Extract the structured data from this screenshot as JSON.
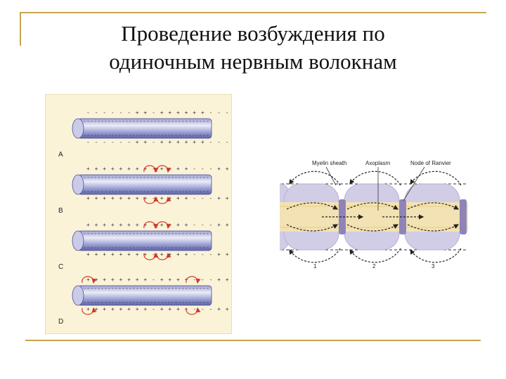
{
  "slide": {
    "title_line1": "Проведение возбуждения по",
    "title_line2": "одиночным нервным волокнам"
  },
  "left_diagram": {
    "panel_labels": [
      "A",
      "B",
      "C",
      "D"
    ]
  },
  "right_diagram": {
    "labels": {
      "myelin_sheath": "Myelin sheath",
      "axoplasm": "Axoplasm",
      "node_of_ranvier": "Node of Ranvier"
    },
    "segment_numbers": [
      "1",
      "2",
      "3"
    ]
  },
  "colors": {
    "frame": "#c8a44c",
    "panel_bg": "#fbf3d8",
    "axon_dark": "#6e74b8",
    "axon_light": "#e9e9f6",
    "current_arrow": "#d0382a",
    "myelin": "#d2cde6",
    "axoplasm": "#f4e3b0",
    "node": "#8f84b8"
  }
}
